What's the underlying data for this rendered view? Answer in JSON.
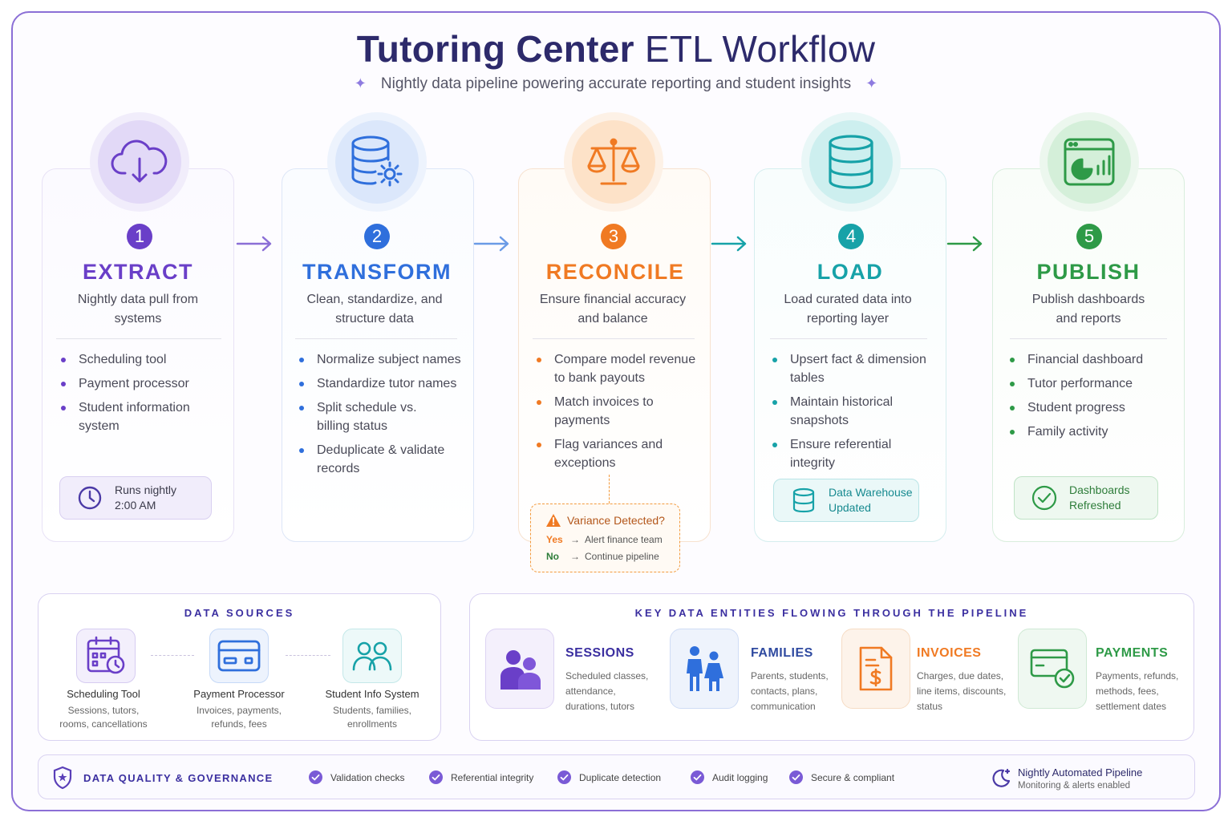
{
  "header": {
    "title_bold": "Tutoring Center",
    "title_light": "ETL Workflow",
    "subtitle": "Nightly data pipeline powering accurate reporting and student insights"
  },
  "colors": {
    "extract": "#6a3fc8",
    "transform": "#2f6fdc",
    "reconcile": "#f07a23",
    "load": "#17a2a8",
    "publish": "#2e9a47",
    "frame": "#8b6fd6"
  },
  "stages": [
    {
      "num": "1",
      "name": "EXTRACT",
      "icon": "cloud-download-icon",
      "desc": [
        "Nightly data pull from",
        "systems"
      ],
      "bullets": [
        [
          "Scheduling tool"
        ],
        [
          "Payment processor"
        ],
        [
          "Student information",
          "system"
        ]
      ],
      "badge": [
        "Runs nightly",
        "2:00 AM"
      ],
      "badge_icon": "clock-icon"
    },
    {
      "num": "2",
      "name": "TRANSFORM",
      "icon": "database-gear-icon",
      "desc": [
        "Clean, standardize, and",
        "structure data"
      ],
      "bullets": [
        [
          "Normalize subject names"
        ],
        [
          "Standardize tutor names"
        ],
        [
          "Split schedule vs.",
          "billing status"
        ],
        [
          "Deduplicate & validate",
          "records"
        ]
      ]
    },
    {
      "num": "3",
      "name": "RECONCILE",
      "icon": "balance-scale-icon",
      "desc": [
        "Ensure financial accuracy",
        "and balance"
      ],
      "bullets": [
        [
          "Compare model revenue",
          "to bank payouts"
        ],
        [
          "Match invoices to",
          "payments"
        ],
        [
          "Flag variances and",
          "exceptions"
        ]
      ]
    },
    {
      "num": "4",
      "name": "LOAD",
      "icon": "database-icon",
      "desc": [
        "Load curated data into",
        "reporting layer"
      ],
      "bullets": [
        [
          "Upsert fact & dimension",
          "tables"
        ],
        [
          "Maintain historical",
          "snapshots"
        ],
        [
          "Ensure referential",
          "integrity"
        ]
      ],
      "badge": [
        "Data Warehouse",
        "Updated"
      ],
      "badge_icon": "database-icon"
    },
    {
      "num": "5",
      "name": "PUBLISH",
      "icon": "dashboard-chart-icon",
      "desc": [
        "Publish dashboards",
        "and reports"
      ],
      "bullets": [
        [
          "Financial dashboard"
        ],
        [
          "Tutor performance"
        ],
        [
          "Student progress"
        ],
        [
          "Family activity"
        ]
      ],
      "badge": [
        "Dashboards",
        "Refreshed"
      ],
      "badge_icon": "check-circle-icon"
    }
  ],
  "variance": {
    "title": "Variance Detected?",
    "yes": "Yes",
    "yes_action": "Alert finance team",
    "no": "No",
    "no_action": "Continue pipeline"
  },
  "data_sources": {
    "heading": "DATA SOURCES",
    "items": [
      {
        "name": "Scheduling Tool",
        "desc": [
          "Sessions, tutors,",
          "rooms, cancellations"
        ],
        "icon": "calendar-clock-icon"
      },
      {
        "name": "Payment Processor",
        "desc": [
          "Invoices, payments,",
          "refunds, fees"
        ],
        "icon": "credit-card-icon"
      },
      {
        "name": "Student Info System",
        "desc": [
          "Students, families,",
          "enrollments"
        ],
        "icon": "users-icon"
      }
    ]
  },
  "entities": {
    "heading": "KEY DATA ENTITIES FLOWING THROUGH THE PIPELINE",
    "items": [
      {
        "name": "SESSIONS",
        "desc": [
          "Scheduled classes,",
          "attendance,",
          "durations, tutors"
        ],
        "icon": "people-icon"
      },
      {
        "name": "FAMILIES",
        "desc": [
          "Parents, students,",
          "contacts, plans,",
          "communication"
        ],
        "icon": "family-icon"
      },
      {
        "name": "INVOICES",
        "desc": [
          "Charges, due dates,",
          "line items, discounts,",
          "status"
        ],
        "icon": "invoice-icon"
      },
      {
        "name": "PAYMENTS",
        "desc": [
          "Payments, refunds,",
          "methods, fees,",
          "settlement dates"
        ],
        "icon": "card-check-icon"
      }
    ]
  },
  "governance": {
    "title": "DATA QUALITY & GOVERNANCE",
    "items": [
      "Validation checks",
      "Referential integrity",
      "Duplicate detection",
      "Audit logging",
      "Secure & compliant"
    ],
    "footer_title": "Nightly Automated Pipeline",
    "footer_sub": "Monitoring & alerts enabled"
  }
}
